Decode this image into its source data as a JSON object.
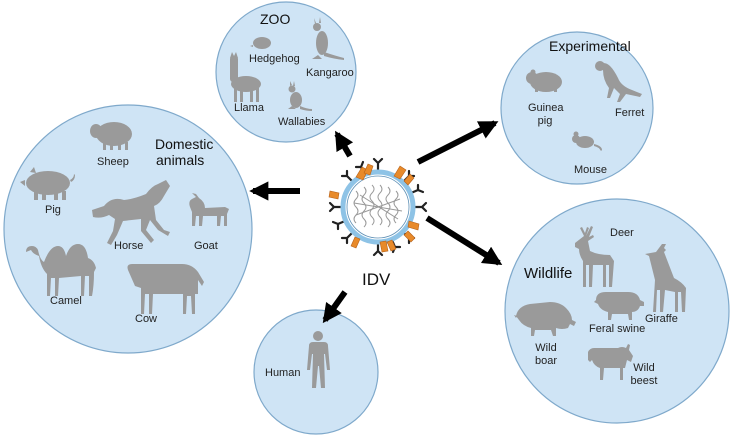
{
  "center": {
    "label": "IDV"
  },
  "groups": {
    "zoo": {
      "title": "ZOO",
      "animals": [
        "Hedgehog",
        "Kangaroo",
        "Llama",
        "Wallabies"
      ]
    },
    "experimental": {
      "title": "Experimental",
      "animals": [
        "Guinea pig",
        "Ferret",
        "Mouse"
      ]
    },
    "domestic": {
      "title_line1": "Domestic",
      "title_line2": "animals",
      "animals": [
        "Sheep",
        "Pig",
        "Horse",
        "Goat",
        "Camel",
        "Cow"
      ]
    },
    "wildlife": {
      "title": "Wildlife",
      "animals": [
        "Deer",
        "Feral swine",
        "Giraffe",
        "Wild boar",
        "Wild beest"
      ]
    },
    "human": {
      "animals": [
        "Human"
      ]
    }
  },
  "colors": {
    "circle_fill": "#cfe4f5",
    "circle_stroke": "#7fa9cb",
    "silhouette": "#9a9a9a",
    "arrow": "#000000",
    "virus_spike": "#e88a2a",
    "virus_membrane": "#8ec3e6",
    "virus_rna": "#9a9a9a"
  }
}
